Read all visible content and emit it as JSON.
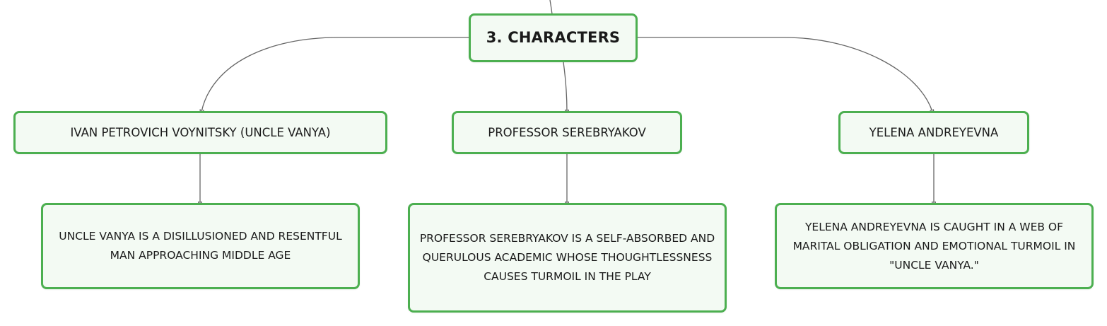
{
  "diagram": {
    "root": {
      "label": "3. CHARACTERS"
    },
    "characters": [
      {
        "name": "IVAN PETROVICH VOYNITSKY (UNCLE VANYA)",
        "description": "UNCLE VANYA IS A DISILLUSIONED AND RESENTFUL MAN APPROACHING MIDDLE AGE"
      },
      {
        "name": "PROFESSOR SEREBRYAKOV",
        "description": "PROFESSOR SEREBRYAKOV IS A SELF-ABSORBED AND QUERULOUS ACADEMIC WHOSE THOUGHTLESSNESS CAUSES TURMOIL IN THE PLAY"
      },
      {
        "name": "YELENA ANDREYEVNA",
        "description": "YELENA ANDREYEVNA IS CAUGHT IN A WEB OF MARITAL OBLIGATION AND EMOTIONAL TURMOIL IN \"UNCLE VANYA.\""
      }
    ]
  },
  "colors": {
    "node_border": "#4caf50",
    "node_fill": "#f3faf3",
    "connector": "#666666",
    "text": "#1a1a1a"
  }
}
